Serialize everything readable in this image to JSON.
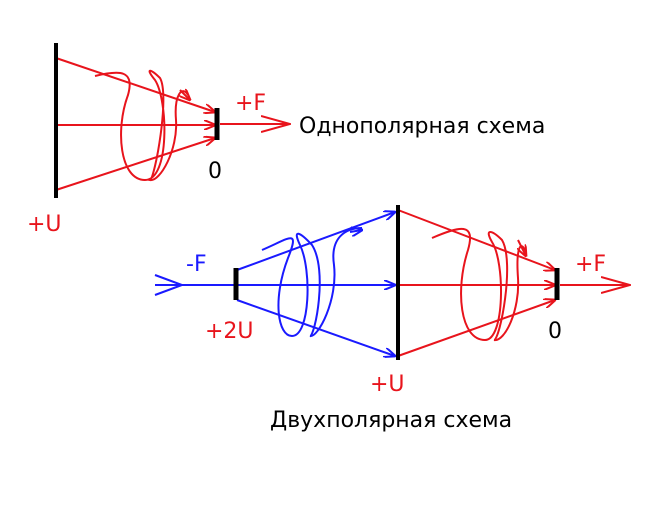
{
  "colors": {
    "red": "#e8141c",
    "blue": "#1a1aff",
    "black": "#000000"
  },
  "unipolar": {
    "caption": "Однополярная схема",
    "plus_u": "+U",
    "plus_f": "+F",
    "zero": "0"
  },
  "bipolar": {
    "caption": "Двухполярная схема",
    "minus_f": "-F",
    "plus_2u": "+2U",
    "plus_u": "+U",
    "plus_f": "+F",
    "zero": "0"
  }
}
